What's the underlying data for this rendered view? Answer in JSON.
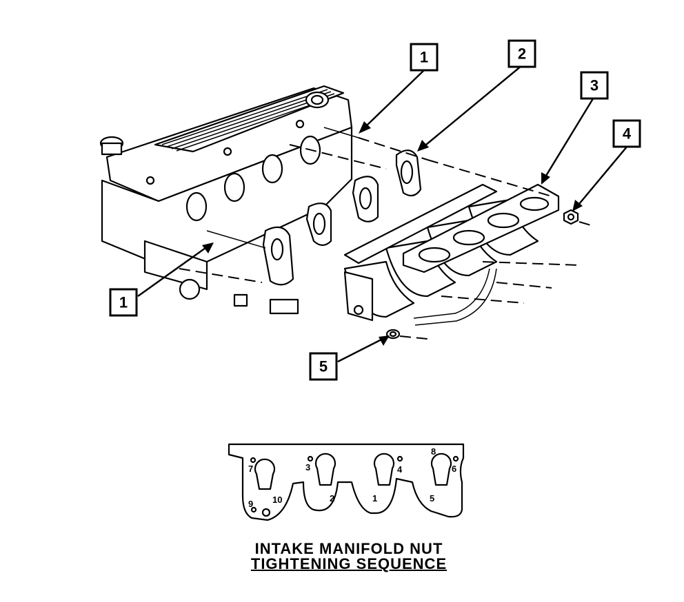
{
  "callouts": [
    {
      "id": "1a",
      "label": "1"
    },
    {
      "id": "2",
      "label": "2"
    },
    {
      "id": "3",
      "label": "3"
    },
    {
      "id": "4",
      "label": "4"
    },
    {
      "id": "1b",
      "label": "1"
    },
    {
      "id": "5",
      "label": "5"
    }
  ],
  "sequence_numbers": [
    "7",
    "9",
    "10",
    "3",
    "2",
    "4",
    "1",
    "6",
    "5",
    "8"
  ],
  "caption": {
    "line1": "INTAKE MANIFOLD NUT",
    "line2": "TIGHTENING SEQUENCE"
  }
}
